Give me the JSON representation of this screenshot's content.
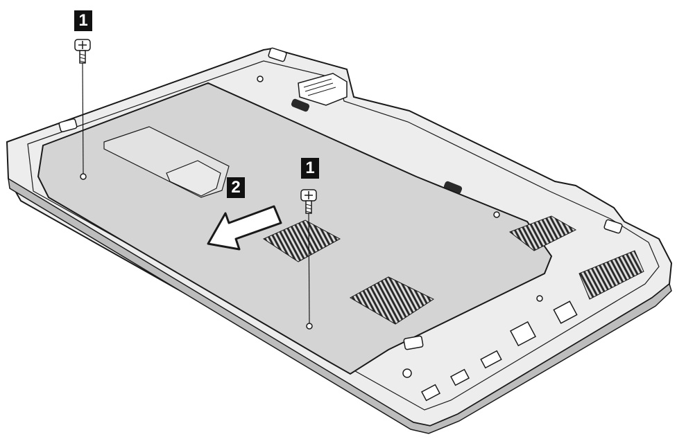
{
  "steps": [
    {
      "id": "1",
      "label": "1",
      "action": "remove-screw"
    },
    {
      "id": "1",
      "label": "1",
      "action": "remove-screw"
    },
    {
      "id": "2",
      "label": "2",
      "action": "slide-cover"
    }
  ],
  "colors": {
    "line": "#1a1a1a",
    "panel": "#e6e6e6",
    "cover": "#d2d2d2",
    "vent": "#2a2a2a",
    "label_bg": "#111111",
    "label_text": "#ffffff"
  }
}
